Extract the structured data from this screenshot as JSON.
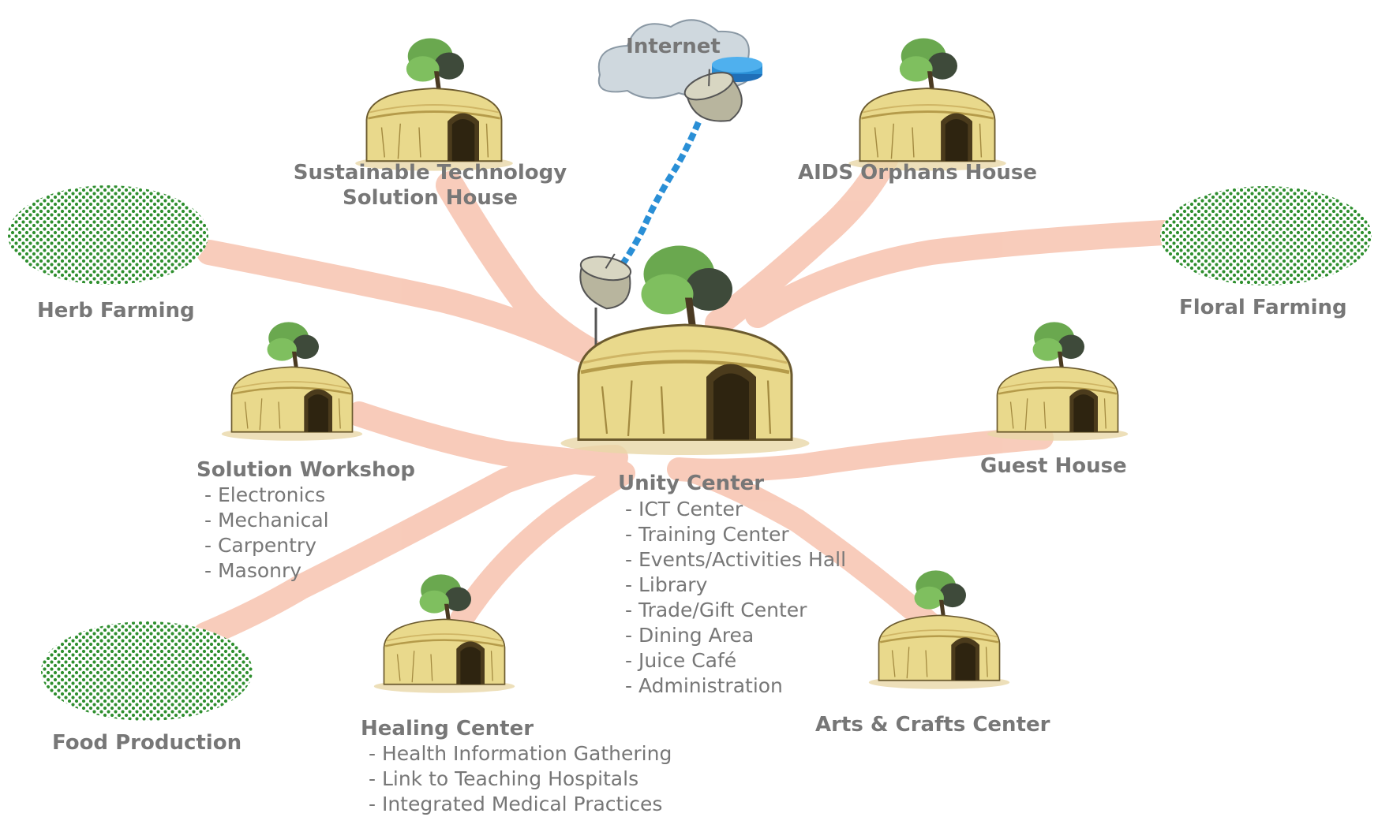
{
  "colors": {
    "path": "#f8c9b7",
    "field": "#2f8f2f",
    "text": "#777777",
    "hut_wall": "#e9d98c",
    "hut_roof": "#dcc46f",
    "tree": "#6aa84f",
    "cloud": "#cfd8de",
    "cable": "#2a8fd6"
  },
  "internet": {
    "label": "Internet"
  },
  "houses": {
    "sustainable": {
      "line1": "Sustainable Technology",
      "line2": "Solution House"
    },
    "aids": {
      "label": "AIDS Orphans House"
    },
    "workshop": {
      "label": "Solution Workshop",
      "items": [
        "- Electronics",
        "- Mechanical",
        "- Carpentry",
        "- Masonry"
      ]
    },
    "unity": {
      "label": "Unity Center",
      "items": [
        "- ICT Center",
        "- Training Center",
        "- Events/Activities Hall",
        "- Library",
        "- Trade/Gift Center",
        "- Dining Area",
        "- Juice Café",
        "- Administration"
      ]
    },
    "guest": {
      "label": "Guest House"
    },
    "healing": {
      "label": "Healing Center",
      "items": [
        "- Health Information Gathering",
        "- Link to Teaching Hospitals",
        "- Integrated Medical Practices"
      ]
    },
    "arts": {
      "label": "Arts & Crafts Center"
    }
  },
  "fields": {
    "herb": {
      "label": "Herb Farming"
    },
    "floral": {
      "label": "Floral Farming"
    },
    "food": {
      "label": "Food Production"
    }
  }
}
